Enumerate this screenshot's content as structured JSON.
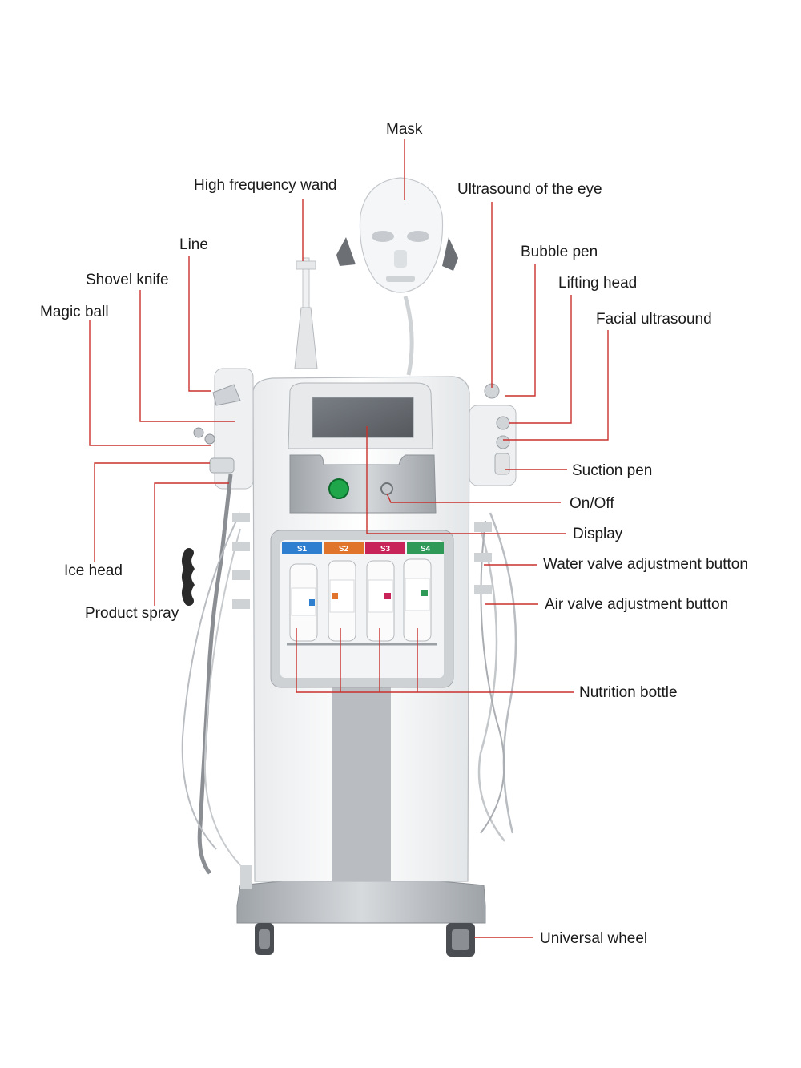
{
  "labels": {
    "mask": "Mask",
    "high_frequency_wand": "High frequency wand",
    "ultrasound_eye": "Ultrasound of the eye",
    "line": "Line",
    "bubble_pen": "Bubble pen",
    "shovel_knife": "Shovel knife",
    "lifting_head": "Lifting head",
    "magic_ball": "Magic ball",
    "facial_ultrasound": "Facial ultrasound",
    "suction_pen": "Suction pen",
    "on_off": "On/Off",
    "display": "Display",
    "water_valve": "Water valve adjustment button",
    "ice_head": "Ice head",
    "air_valve": "Air valve adjustment button",
    "product_spray": "Product spray",
    "nutrition_bottle": "Nutrition bottle",
    "universal_wheel": "Universal wheel"
  },
  "bottle_tabs": [
    "S1",
    "S2",
    "S3",
    "S4"
  ],
  "colors": {
    "leader_line": "#c9302c",
    "tab_s1": "#2f7fd0",
    "tab_s2": "#e0742a",
    "tab_s3": "#c8245a",
    "tab_s4": "#2f9a58",
    "power_button": "#1fa64a"
  }
}
